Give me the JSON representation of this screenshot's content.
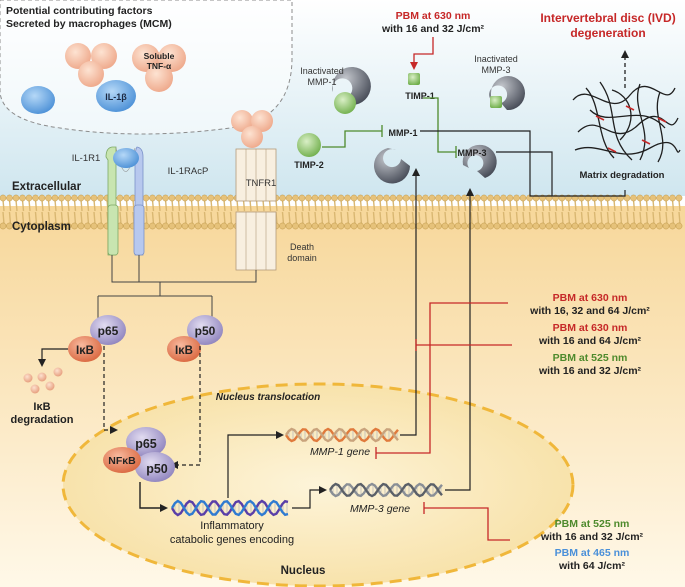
{
  "mcm": {
    "line1": "Potential contributing factors",
    "line2": "Secreted by macrophages (MCM)"
  },
  "soluble_tnf": {
    "line1": "Soluble",
    "line2": "TNF-α"
  },
  "il1b": "IL-1β",
  "il1r1": "IL-1R1",
  "il1racp": "IL-1RAcP",
  "tnfr1": "TNFR1",
  "death_domain": {
    "line1": "Death",
    "line2": "domain"
  },
  "extracellular": "Extracellular",
  "cytoplasm": "Cytoplasm",
  "nucleus": "Nucleus",
  "nucleus_translocation": "Nucleus translocation",
  "p65": "p65",
  "p50": "p50",
  "ikb": "IκB",
  "nfkb": "NFκB",
  "ikb_degradation": {
    "line1": "IκB",
    "line2": "degradation"
  },
  "inactivated_mmp1": {
    "line1": "Inactivated",
    "line2": "MMP-1"
  },
  "inactivated_mmp3": {
    "line1": "Inactivated",
    "line2": "MMP-3"
  },
  "timp1": "TIMP-1",
  "timp2": "TIMP-2",
  "mmp1": "MMP-1",
  "mmp3": "MMP-3",
  "matrix_degradation": "Matrix degradation",
  "ivd": {
    "line1": "Intervertebral disc (IVD)",
    "line2": "degeneration"
  },
  "pbm_top": {
    "line1": "PBM at 630 nm",
    "line2": "with 16 and 32 J/cm²"
  },
  "pbm_right": [
    {
      "line1": "PBM at 630 nm",
      "line2": "with 16, 32 and 64 J/cm²",
      "color": "#c62828"
    },
    {
      "line1": "PBM at 630 nm",
      "line2": "with 16 and 64 J/cm²",
      "color": "#c62828"
    },
    {
      "line1": "PBM at 525 nm",
      "line2": "with 16 and 32 J/cm²",
      "color": "#4e8a2c"
    }
  ],
  "pbm_bottom": [
    {
      "line1": "PBM at 525 nm",
      "line2": "with 16 and 32 J/cm²",
      "color": "#4e8a2c"
    },
    {
      "line1": "PBM at 465 nm",
      "line2": "with 64 J/cm²",
      "color": "#4a90d9"
    }
  ],
  "mmp1_gene": "MMP-1 gene",
  "mmp3_gene": "MMP-3 gene",
  "inflammatory": {
    "line1": "Inflammatory",
    "line2": "catabolic genes encoding"
  },
  "colors": {
    "red": "#c62828",
    "green": "#4e8a2c",
    "blue": "#4a90d9"
  }
}
